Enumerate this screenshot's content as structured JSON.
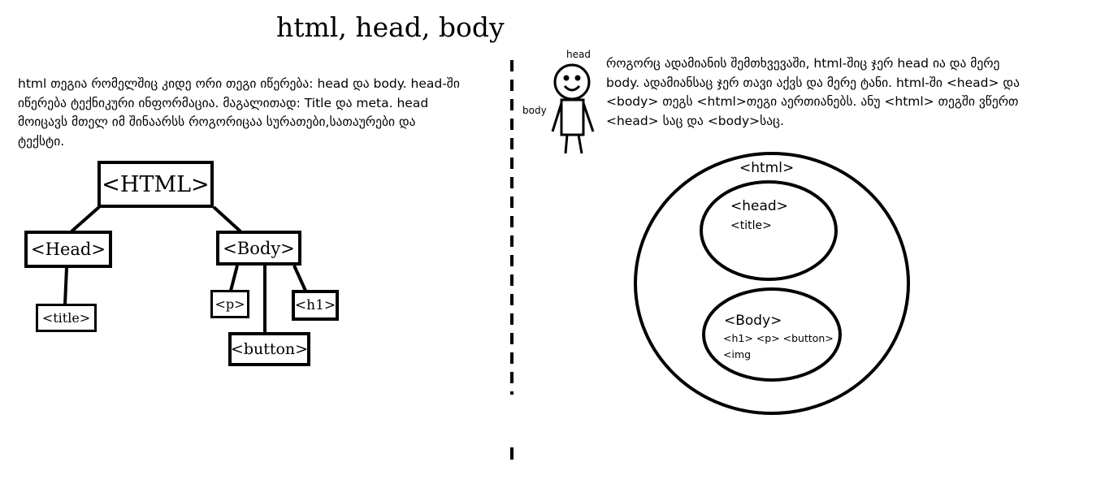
{
  "title": "html, head, body",
  "left_paragraph": [
    "html თეგია რომელშიც კიდე ორი თეგი იწერება: head და body. head-ში",
    "იწერება ტექნიკური ინფორმაცია. მაგალითად: Title და meta. head",
    "მოიცავს მთელ იმ შინაარსს როგორიცაა სურათები,სათაურები და",
    "ტექსტი."
  ],
  "right_paragraph": [
    "როგორც ადამიანის შემთხვევაში, html-შიც ჯერ head ია და მერე",
    "body. ადამიანსაც ჯერ თავი აქვს და მერე ტანი. html-ში <head> და",
    "<body> თეგს <html>თეგი აერთიანებს. ანუ <html> თეგში ვწერთ",
    "<head> საც და <body>საც."
  ],
  "tree": {
    "root": "<HTML>",
    "head": "<Head>",
    "body": "<Body>",
    "title": "<title>",
    "p": "<p>",
    "h1": "<h1>",
    "button": "<button>"
  },
  "figure": {
    "head_label": "head",
    "body_label": "body"
  },
  "nested": {
    "html": "<html>",
    "head": "<head>",
    "title": "<title>",
    "body": "<Body>",
    "body_line1": "<h1> <p> <button>",
    "body_line2": "<img"
  }
}
